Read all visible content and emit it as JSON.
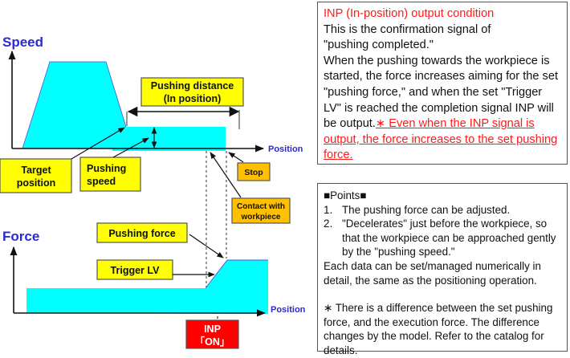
{
  "colors": {
    "profile_fill": "#00ffff",
    "axis_title": "#2a2ad0",
    "label_box_yellow": "#ffff00",
    "label_box_orange": "#ffc000",
    "signal_box_red": "#ff0000",
    "highlight_text": "#ff1a1a"
  },
  "speed_chart": {
    "axis_title": "Speed",
    "x_axis_label": "Position",
    "labels": {
      "pushing_distance_line1": "Pushing distance",
      "pushing_distance_line2": "(In position)",
      "target_position_line1": "Target",
      "target_position_line2": "position",
      "pushing_speed_line1": "Pushing",
      "pushing_speed_line2": "speed",
      "stop": "Stop",
      "contact_line1": "Contact with",
      "contact_line2": "workpiece"
    }
  },
  "force_chart": {
    "axis_title": "Force",
    "x_axis_label": "Position",
    "labels": {
      "pushing_force": "Pushing force",
      "trigger_lv": "Trigger LV",
      "inp_line1": "INP",
      "inp_line2": "「ON」"
    }
  },
  "inp_panel": {
    "title": "INP (In-position) output condition",
    "line1": "This is the confirmation signal of",
    "line2": "\"pushing completed.\"",
    "body": "When the pushing towards the workpiece is started, the force increases aiming for the set \"pushing force,\" and when the set \"Trigger LV\" is reached the completion signal INP will be output.",
    "note": "∗ Even when the INP signal is output, the force increases to the set pushing force."
  },
  "points_panel": {
    "heading": "■Points■",
    "items": [
      {
        "num": "1.",
        "text": "The pushing force can be adjusted."
      },
      {
        "num": "2.",
        "text": "\"Decelerates\" just before the workpiece, so that the workpiece can be approached gently by the \"pushing speed.\""
      }
    ],
    "para1": "Each data can be set/managed numerically in detail, the same as the positioning operation.",
    "para2": "∗ There is a difference between the set pushing force, and the execution force. The difference changes by the model. Refer to the catalog for details."
  }
}
